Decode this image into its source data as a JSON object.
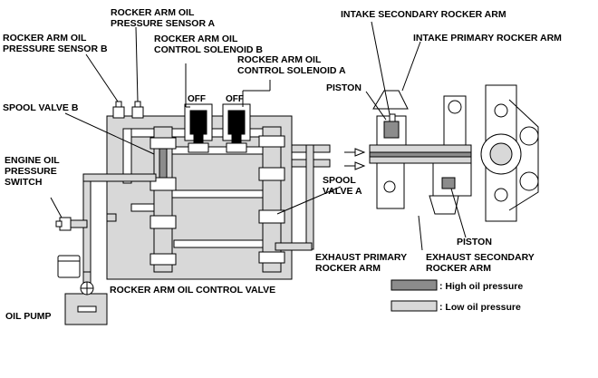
{
  "labels": {
    "sensor_a_l1": "ROCKER ARM OIL",
    "sensor_a_l2": "PRESSURE SENSOR A",
    "sensor_b_l1": "ROCKER ARM OIL",
    "sensor_b_l2": "PRESSURE SENSOR B",
    "solenoid_b_l1": "ROCKER ARM OIL",
    "solenoid_b_l2": "CONTROL SOLENOID B",
    "solenoid_a_l1": "ROCKER ARM OIL",
    "solenoid_a_l2": "CONTROL SOLENOID A",
    "intake_secondary": "INTAKE SECONDARY ROCKER ARM",
    "intake_primary": "INTAKE PRIMARY ROCKER ARM",
    "piston_top": "PISTON",
    "spool_valve_b": "SPOOL VALVE B",
    "engine_oil_l1": "ENGINE OIL",
    "engine_oil_l2": "PRESSURE",
    "engine_oil_l3": "SWITCH",
    "spool_valve_a_l1": "SPOOL",
    "spool_valve_a_l2": "VALVE A",
    "piston_bottom": "PISTON",
    "exhaust_primary_l1": "EXHAUST PRIMARY",
    "exhaust_primary_l2": "ROCKER ARM",
    "exhaust_secondary_l1": "EXHAUST SECONDARY",
    "exhaust_secondary_l2": "ROCKER ARM",
    "control_valve": "ROCKER ARM OIL CONTROL VALVE",
    "oil_pump": "OIL PUMP",
    "off_left": "OFF",
    "off_right": "OFF"
  },
  "legend": {
    "high": ": High oil pressure",
    "low": ": Low oil pressure"
  },
  "colors": {
    "high_pressure": "#8c8c8c",
    "low_pressure": "#d8d8d8"
  }
}
